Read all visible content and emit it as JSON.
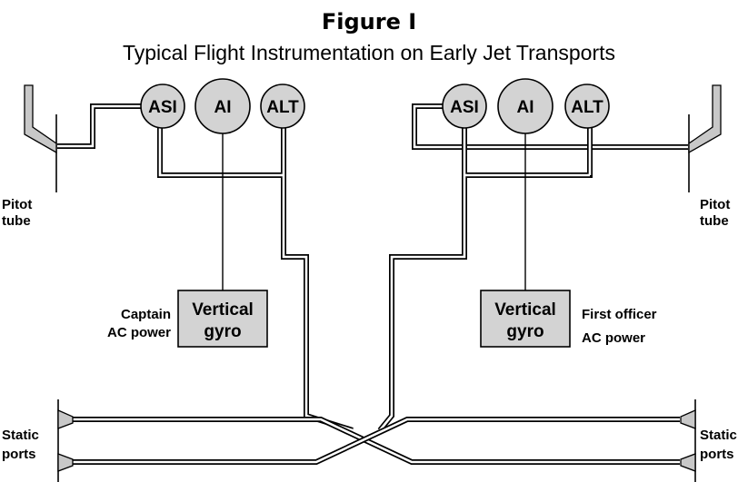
{
  "figure": {
    "title": "Figure I",
    "subtitle": "Typical Flight Instrumentation on Early Jet Transports"
  },
  "captain_side": {
    "instruments": [
      "ASI",
      "AI",
      "ALT"
    ],
    "pitot_label": [
      "Pitot",
      "tube"
    ],
    "power_label": [
      "Captain",
      "AC power"
    ],
    "gyro_label": [
      "Vertical",
      "gyro"
    ],
    "static_label": [
      "Static",
      "ports"
    ]
  },
  "first_officer_side": {
    "instruments": [
      "ASI",
      "AI",
      "ALT"
    ],
    "pitot_label": [
      "Pitot",
      "tube"
    ],
    "power_label": [
      "First officer",
      "AC power"
    ],
    "gyro_label": [
      "Vertical",
      "gyro"
    ],
    "static_label": [
      "Static",
      "ports"
    ]
  },
  "colors": {
    "instrument_fill": "#d3d3d3",
    "line": "#000000",
    "background": "#ffffff"
  }
}
